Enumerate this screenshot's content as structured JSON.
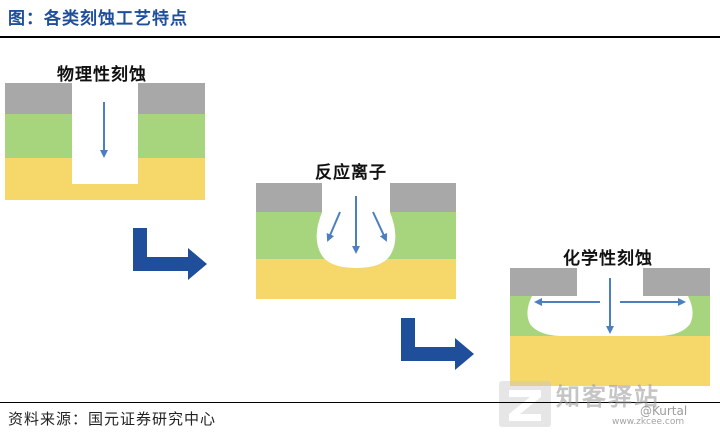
{
  "header": {
    "title": "图：各类刻蚀工艺特点"
  },
  "steps": [
    {
      "label": "物理性刻蚀"
    },
    {
      "label": "反应离子"
    },
    {
      "label": "化学性刻蚀"
    }
  ],
  "footer": {
    "source": "资料来源：国元证券研究中心"
  },
  "watermark": {
    "brand": "知客驿站",
    "url": "www.zkcee.com",
    "user": "@Kurtal"
  },
  "colors": {
    "mask": "#a8a8a8",
    "film": "#a6d57d",
    "substrate": "#f6d76a",
    "cavity": "#ffffff",
    "etch_arrow": "#4c7fbf",
    "flow_arrow": "#1f4e9a",
    "title": "#1f4e9a"
  }
}
